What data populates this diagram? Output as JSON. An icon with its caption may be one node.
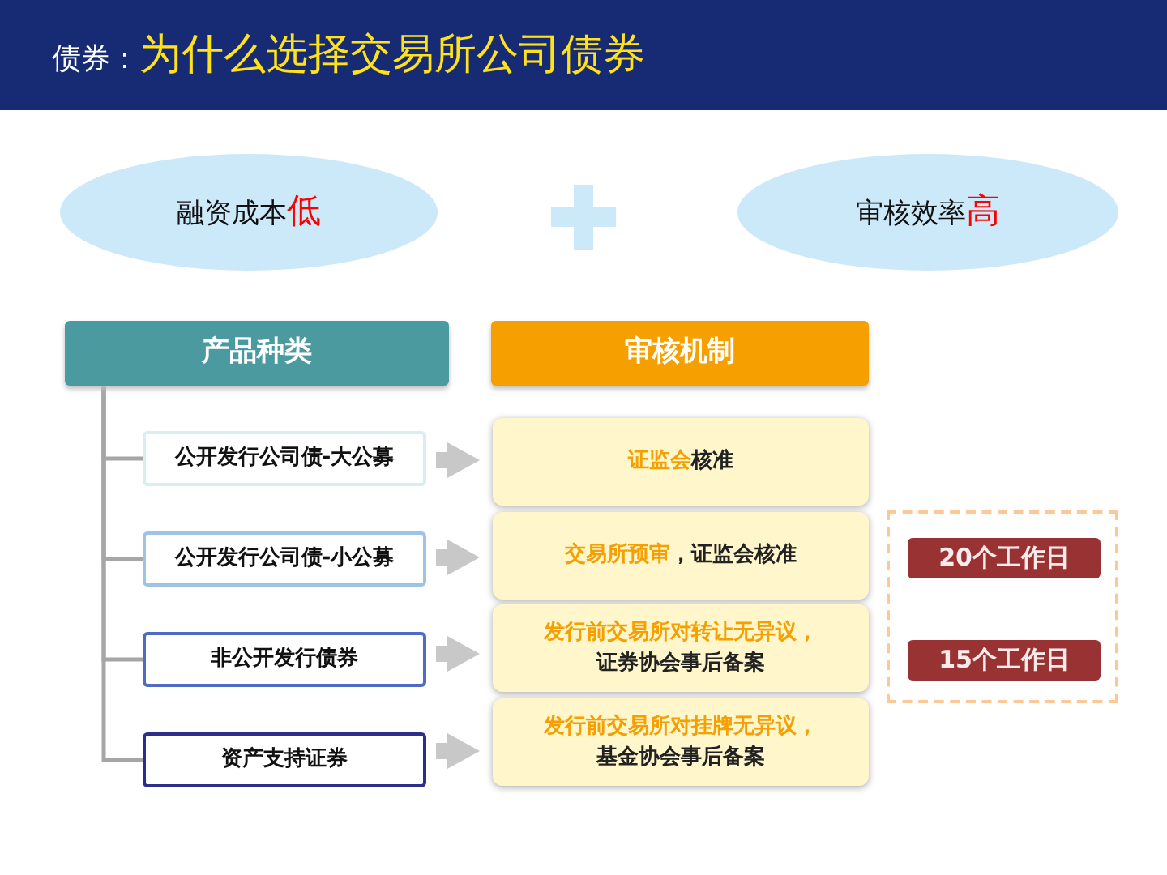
{
  "diagram": {
    "nodes": [
      {
        "text": [
          "债券：",
          "为什么选择交易所公司债券"
        ]
      },
      {
        "text": [
          "融资成本",
          "低"
        ]
      },
      {
        "text": [
          "审核效率",
          "高"
        ]
      },
      {
        "text": [
          "产品种类"
        ]
      },
      {
        "text": [
          "审核机制"
        ]
      },
      {
        "text": [
          "公开发行公司债-大公募"
        ]
      },
      {
        "text": [
          "公开发行公司债-小公募"
        ]
      },
      {
        "text": [
          "非公开发行债券"
        ]
      },
      {
        "text": [
          "资产支持证券"
        ]
      },
      {
        "text": [
          "证监会",
          "核准"
        ]
      },
      {
        "text": [
          "交易所预审",
          "，证监会核准"
        ]
      },
      {
        "text": [
          "发行前交易所对转让无异议，",
          "证券协会事后备案"
        ]
      },
      {
        "text": [
          "发行前交易所对挂牌无异议，",
          "基金协会事后备案"
        ]
      },
      {
        "text": [],
        "shape": "box"
      },
      {
        "text": [
          "20个工作日"
        ],
        "in": 13
      },
      {
        "text": [
          "15个工作日"
        ],
        "in": 13
      }
    ],
    "edges": [
      {
        "from": 3,
        "to": 5,
        "arrow": "none"
      },
      {
        "from": 3,
        "to": 6,
        "arrow": "none"
      },
      {
        "from": 3,
        "to": 7,
        "arrow": "none"
      },
      {
        "from": 3,
        "to": 8,
        "arrow": "none"
      },
      {
        "from": 5,
        "to": 9,
        "arrow": "to",
        "style": "thick",
        "color": "#c8c8c8"
      },
      {
        "from": 6,
        "to": 10,
        "arrow": "to",
        "style": "thick",
        "color": "#c8c8c8"
      },
      {
        "from": 7,
        "to": 11,
        "arrow": "to",
        "style": "thick",
        "color": "#c8c8c8"
      },
      {
        "from": 8,
        "to": 12,
        "arrow": "to",
        "style": "thick",
        "color": "#c8c8c8"
      }
    ]
  }
}
